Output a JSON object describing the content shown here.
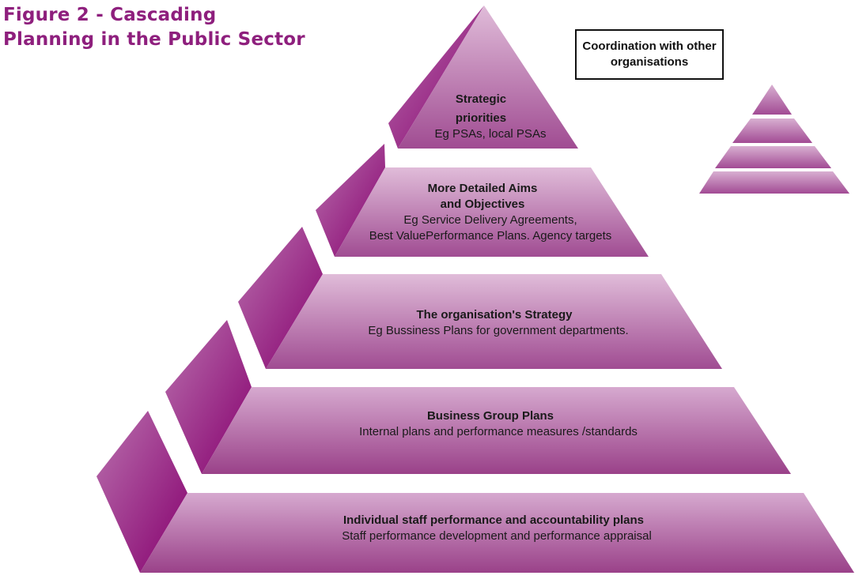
{
  "title_line1": "Figure 2 - Cascading",
  "title_line2": "Planning in the Public Sector",
  "coordination_box": "Coordination with other organisations",
  "levels": [
    {
      "heading_line1": "Strategic",
      "heading_line2": "priorities",
      "sub": "Eg PSAs, local PSAs"
    },
    {
      "heading_line1": "More Detailed Aims",
      "heading_line2": "and Objectives",
      "sub_line1": "Eg Service Delivery Agreements,",
      "sub_line2": "Best ValuePerformance Plans. Agency targets"
    },
    {
      "heading": "The organisation's Strategy",
      "sub": "Eg Bussiness Plans for government departments."
    },
    {
      "heading": "Business Group Plans",
      "sub": "Internal plans and performance measures /standards"
    },
    {
      "heading": "Individual staff performance and accountability plans",
      "sub": "Staff performance development and performance appraisal"
    }
  ],
  "colors": {
    "title": "#8e1f7d",
    "front_top": "#ddb3d6",
    "front_bottom": "#9c3f8c",
    "side_top": "#b466a8",
    "side_bottom": "#86006e"
  }
}
